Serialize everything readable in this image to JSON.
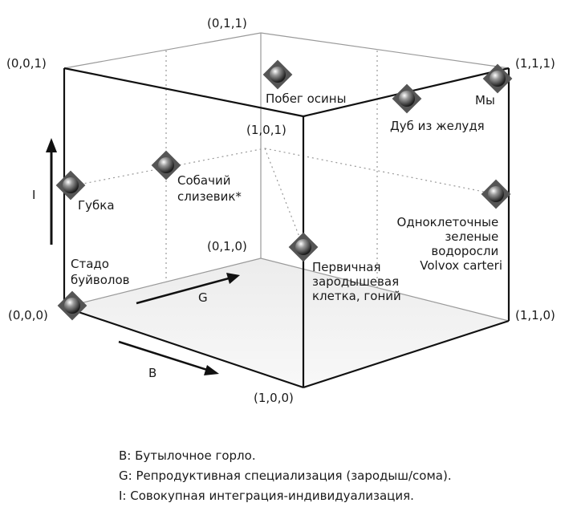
{
  "corners": {
    "c000": "(0,0,0)",
    "c100": "(1,0,0)",
    "c110": "(1,1,0)",
    "c010": "(0,1,0)",
    "c001": "(0,0,1)",
    "c101": "(1,0,1)",
    "c111": "(1,1,1)",
    "c011": "(0,1,1)"
  },
  "axes": {
    "i": "I",
    "g": "G",
    "b": "B"
  },
  "organisms": {
    "herd": [
      "Стадо",
      "буйволов"
    ],
    "sponge": [
      "Губка"
    ],
    "slime_mold": [
      "Собачий",
      "слизевик*"
    ],
    "germ_cell": [
      "Первичная",
      "зародышевая",
      "клетка, гоний"
    ],
    "aspen": [
      "Побег осины"
    ],
    "oak": [
      "Дуб из желудя"
    ],
    "us": [
      "Мы"
    ],
    "volvox": [
      "Одноклеточные",
      "зеленые",
      "водоросли",
      "Volvox carteri"
    ]
  },
  "legend": [
    "B: Бутылочное горло.",
    "G: Репродуктивная специализация (зародыш/сома).",
    "I: Совокупная интеграция-индивидуализация."
  ]
}
